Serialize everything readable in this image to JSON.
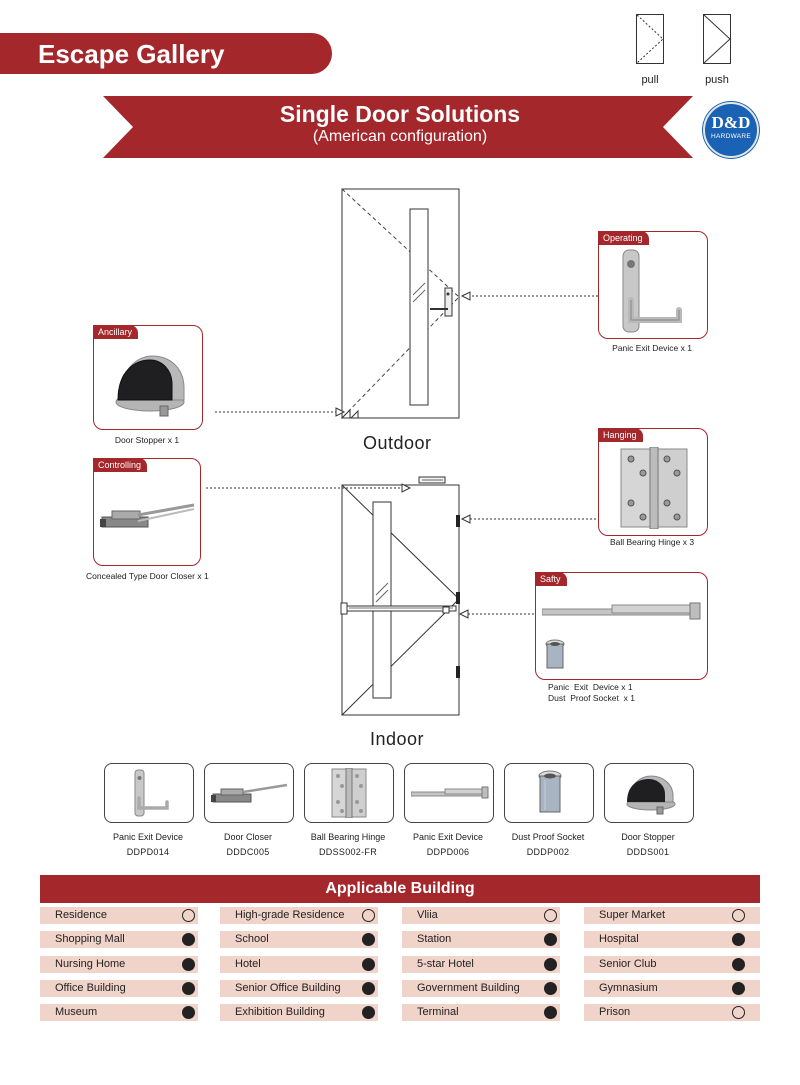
{
  "header": {
    "title": "Escape Gallery"
  },
  "legend": {
    "pull_label": "pull",
    "push_label": "push"
  },
  "banner": {
    "title": "Single Door Solutions",
    "subtitle": "(American configuration)"
  },
  "logo": {
    "main": "D&D",
    "sub": "HARDWARE"
  },
  "doors": {
    "outdoor_label": "Outdoor",
    "indoor_label": "Indoor"
  },
  "callouts": {
    "operating": {
      "tag": "Operating",
      "caption": "Panic Exit Device x 1"
    },
    "ancillary": {
      "tag": "Ancillary",
      "caption": "Door Stopper x 1"
    },
    "controlling": {
      "tag": "Controlling",
      "caption": "Concealed Type Door Closer x 1"
    },
    "hanging": {
      "tag": "Hanging",
      "caption": "Ball Bearing Hinge x 3"
    },
    "safty": {
      "tag": "Safty",
      "caption": "Panic  Exit  Device x 1\nDust  Proof Socket  x 1"
    }
  },
  "products": [
    {
      "name": "Panic Exit Device",
      "code": "DDPD014",
      "icon": "lever-handle-icon"
    },
    {
      "name": "Door Closer",
      "code": "DDDC005",
      "icon": "door-closer-icon"
    },
    {
      "name": "Ball Bearing Hinge",
      "code": "DDSS002-FR",
      "icon": "hinge-icon"
    },
    {
      "name": "Panic Exit Device",
      "code": "DDPD006",
      "icon": "push-bar-icon"
    },
    {
      "name": "Dust Proof Socket",
      "code": "DDDP002",
      "icon": "socket-icon"
    },
    {
      "name": "Door Stopper",
      "code": "DDDS001",
      "icon": "door-stopper-icon"
    }
  ],
  "applicable": {
    "title": "Applicable Building",
    "rows": [
      [
        {
          "label": "Residence",
          "filled": false
        },
        {
          "label": "High-grade Residence",
          "filled": false
        },
        {
          "label": "Vliia",
          "filled": false
        },
        {
          "label": "Super Market",
          "filled": false
        }
      ],
      [
        {
          "label": "Shopping Mall",
          "filled": true
        },
        {
          "label": "School",
          "filled": true
        },
        {
          "label": "Station",
          "filled": true
        },
        {
          "label": "Hospital",
          "filled": true
        }
      ],
      [
        {
          "label": "Nursing Home",
          "filled": true
        },
        {
          "label": "Hotel",
          "filled": true
        },
        {
          "label": "5-star Hotel",
          "filled": true
        },
        {
          "label": "Senior Club",
          "filled": true
        }
      ],
      [
        {
          "label": "Office Building",
          "filled": true
        },
        {
          "label": "Senior Office Building",
          "filled": true
        },
        {
          "label": "Government Building",
          "filled": true
        },
        {
          "label": "Gymnasium",
          "filled": true
        }
      ],
      [
        {
          "label": "Museum",
          "filled": true
        },
        {
          "label": "Exhibition Building",
          "filled": true
        },
        {
          "label": "Terminal",
          "filled": true
        },
        {
          "label": "Prison",
          "filled": false
        }
      ]
    ]
  },
  "colors": {
    "brand": "#a3272b",
    "row_bg": "#f0d3c9",
    "logo_blue": "#1a62b3"
  }
}
